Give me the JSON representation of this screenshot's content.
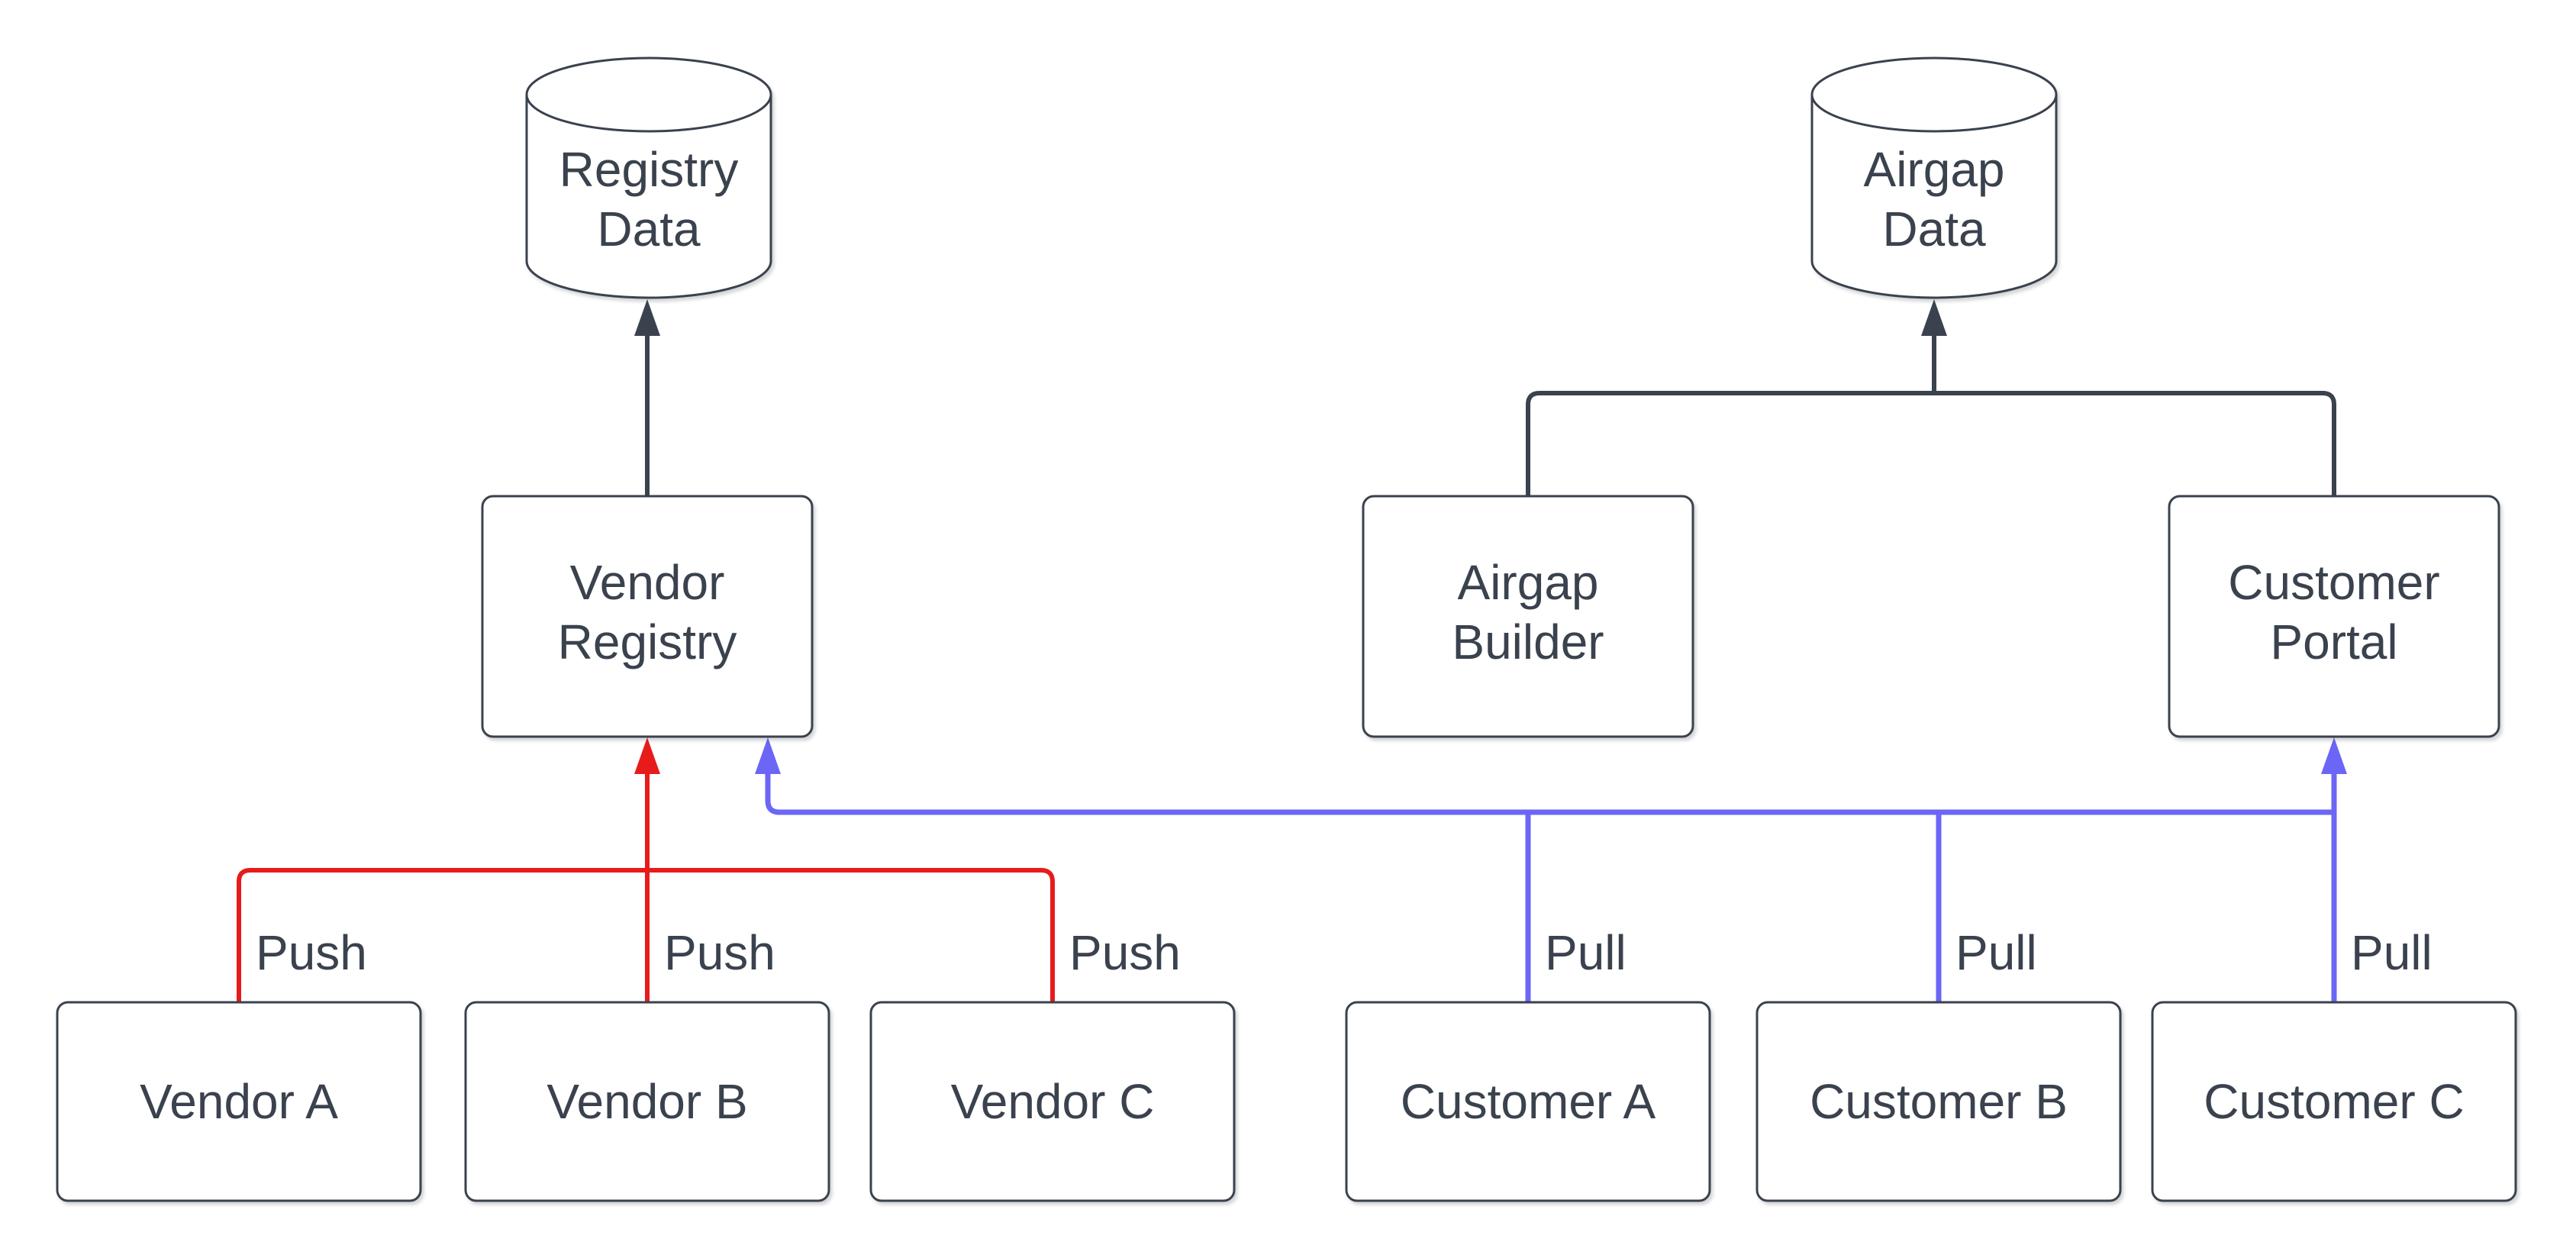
{
  "colors": {
    "background": "#ffffff",
    "node_fill": "#ffffff",
    "stroke_dark": "#3a424e",
    "text": "#3a424e",
    "push_red": "#e81b1b",
    "pull_blue": "#6b66f5"
  },
  "nodes": {
    "registry_data": {
      "shape": "cylinder",
      "label": "Registry Data",
      "lines": [
        "Registry",
        "Data"
      ]
    },
    "airgap_data": {
      "shape": "cylinder",
      "label": "Airgap Data",
      "lines": [
        "Airgap",
        "Data"
      ]
    },
    "vendor_registry": {
      "shape": "rect",
      "label": "Vendor Registry",
      "lines": [
        "Vendor",
        "Registry"
      ]
    },
    "airgap_builder": {
      "shape": "rect",
      "label": "Airgap Builder",
      "lines": [
        "Airgap",
        "Builder"
      ]
    },
    "customer_portal": {
      "shape": "rect",
      "label": "Customer Portal",
      "lines": [
        "Customer",
        "Portal"
      ]
    },
    "vendor_a": {
      "shape": "rect",
      "label": "Vendor A"
    },
    "vendor_b": {
      "shape": "rect",
      "label": "Vendor B"
    },
    "vendor_c": {
      "shape": "rect",
      "label": "Vendor C"
    },
    "customer_a": {
      "shape": "rect",
      "label": "Customer A"
    },
    "customer_b": {
      "shape": "rect",
      "label": "Customer B"
    },
    "customer_c": {
      "shape": "rect",
      "label": "Customer C"
    }
  },
  "edges": {
    "vendor_registry_to_registry_data": {
      "from": "vendor_registry",
      "to": "registry_data",
      "color": "dark",
      "label": ""
    },
    "airgap_builder_to_airgap_data": {
      "from": "airgap_builder",
      "to": "airgap_data",
      "color": "dark",
      "label": ""
    },
    "customer_portal_to_airgap_data": {
      "from": "customer_portal",
      "to": "airgap_data",
      "color": "dark",
      "label": ""
    },
    "vendor_a_push": {
      "from": "vendor_a",
      "to": "vendor_registry",
      "color": "red",
      "label": "Push"
    },
    "vendor_b_push": {
      "from": "vendor_b",
      "to": "vendor_registry",
      "color": "red",
      "label": "Push"
    },
    "vendor_c_push": {
      "from": "vendor_c",
      "to": "vendor_registry",
      "color": "red",
      "label": "Push"
    },
    "customer_a_pull": {
      "from": "customer_a",
      "to": "vendor_registry",
      "color": "blue",
      "label": "Pull"
    },
    "customer_b_pull": {
      "from": "customer_b",
      "to": "vendor_registry",
      "color": "blue",
      "label": "Pull"
    },
    "customer_c_pull": {
      "from": "customer_c",
      "to": "vendor_registry",
      "color": "blue",
      "label": "Pull"
    },
    "pull_bus_to_customer_portal": {
      "from": "pull_bus",
      "to": "customer_portal",
      "color": "blue",
      "label": ""
    }
  }
}
